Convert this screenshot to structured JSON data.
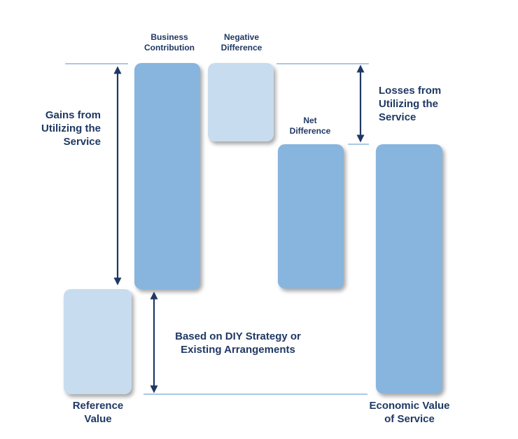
{
  "colors": {
    "dark_block": "#87b5de",
    "light_block": "#c8dcf0",
    "guide_line": "#a9c9e6",
    "arrow": "#1f3864",
    "text": "#1f3864"
  },
  "labels": {
    "business_contribution": "Business\nContribution",
    "negative_difference": "Negative\nDifference",
    "net_difference": "Net\nDifference",
    "gains": "Gains from\nUtilizing the\nService",
    "losses": "Losses from\nUtilizing the\nService",
    "based_on": "Based on DIY Strategy or\nExisting Arrangements",
    "reference_value": "Reference\nValue",
    "economic_value": "Economic Value\nof Service"
  }
}
